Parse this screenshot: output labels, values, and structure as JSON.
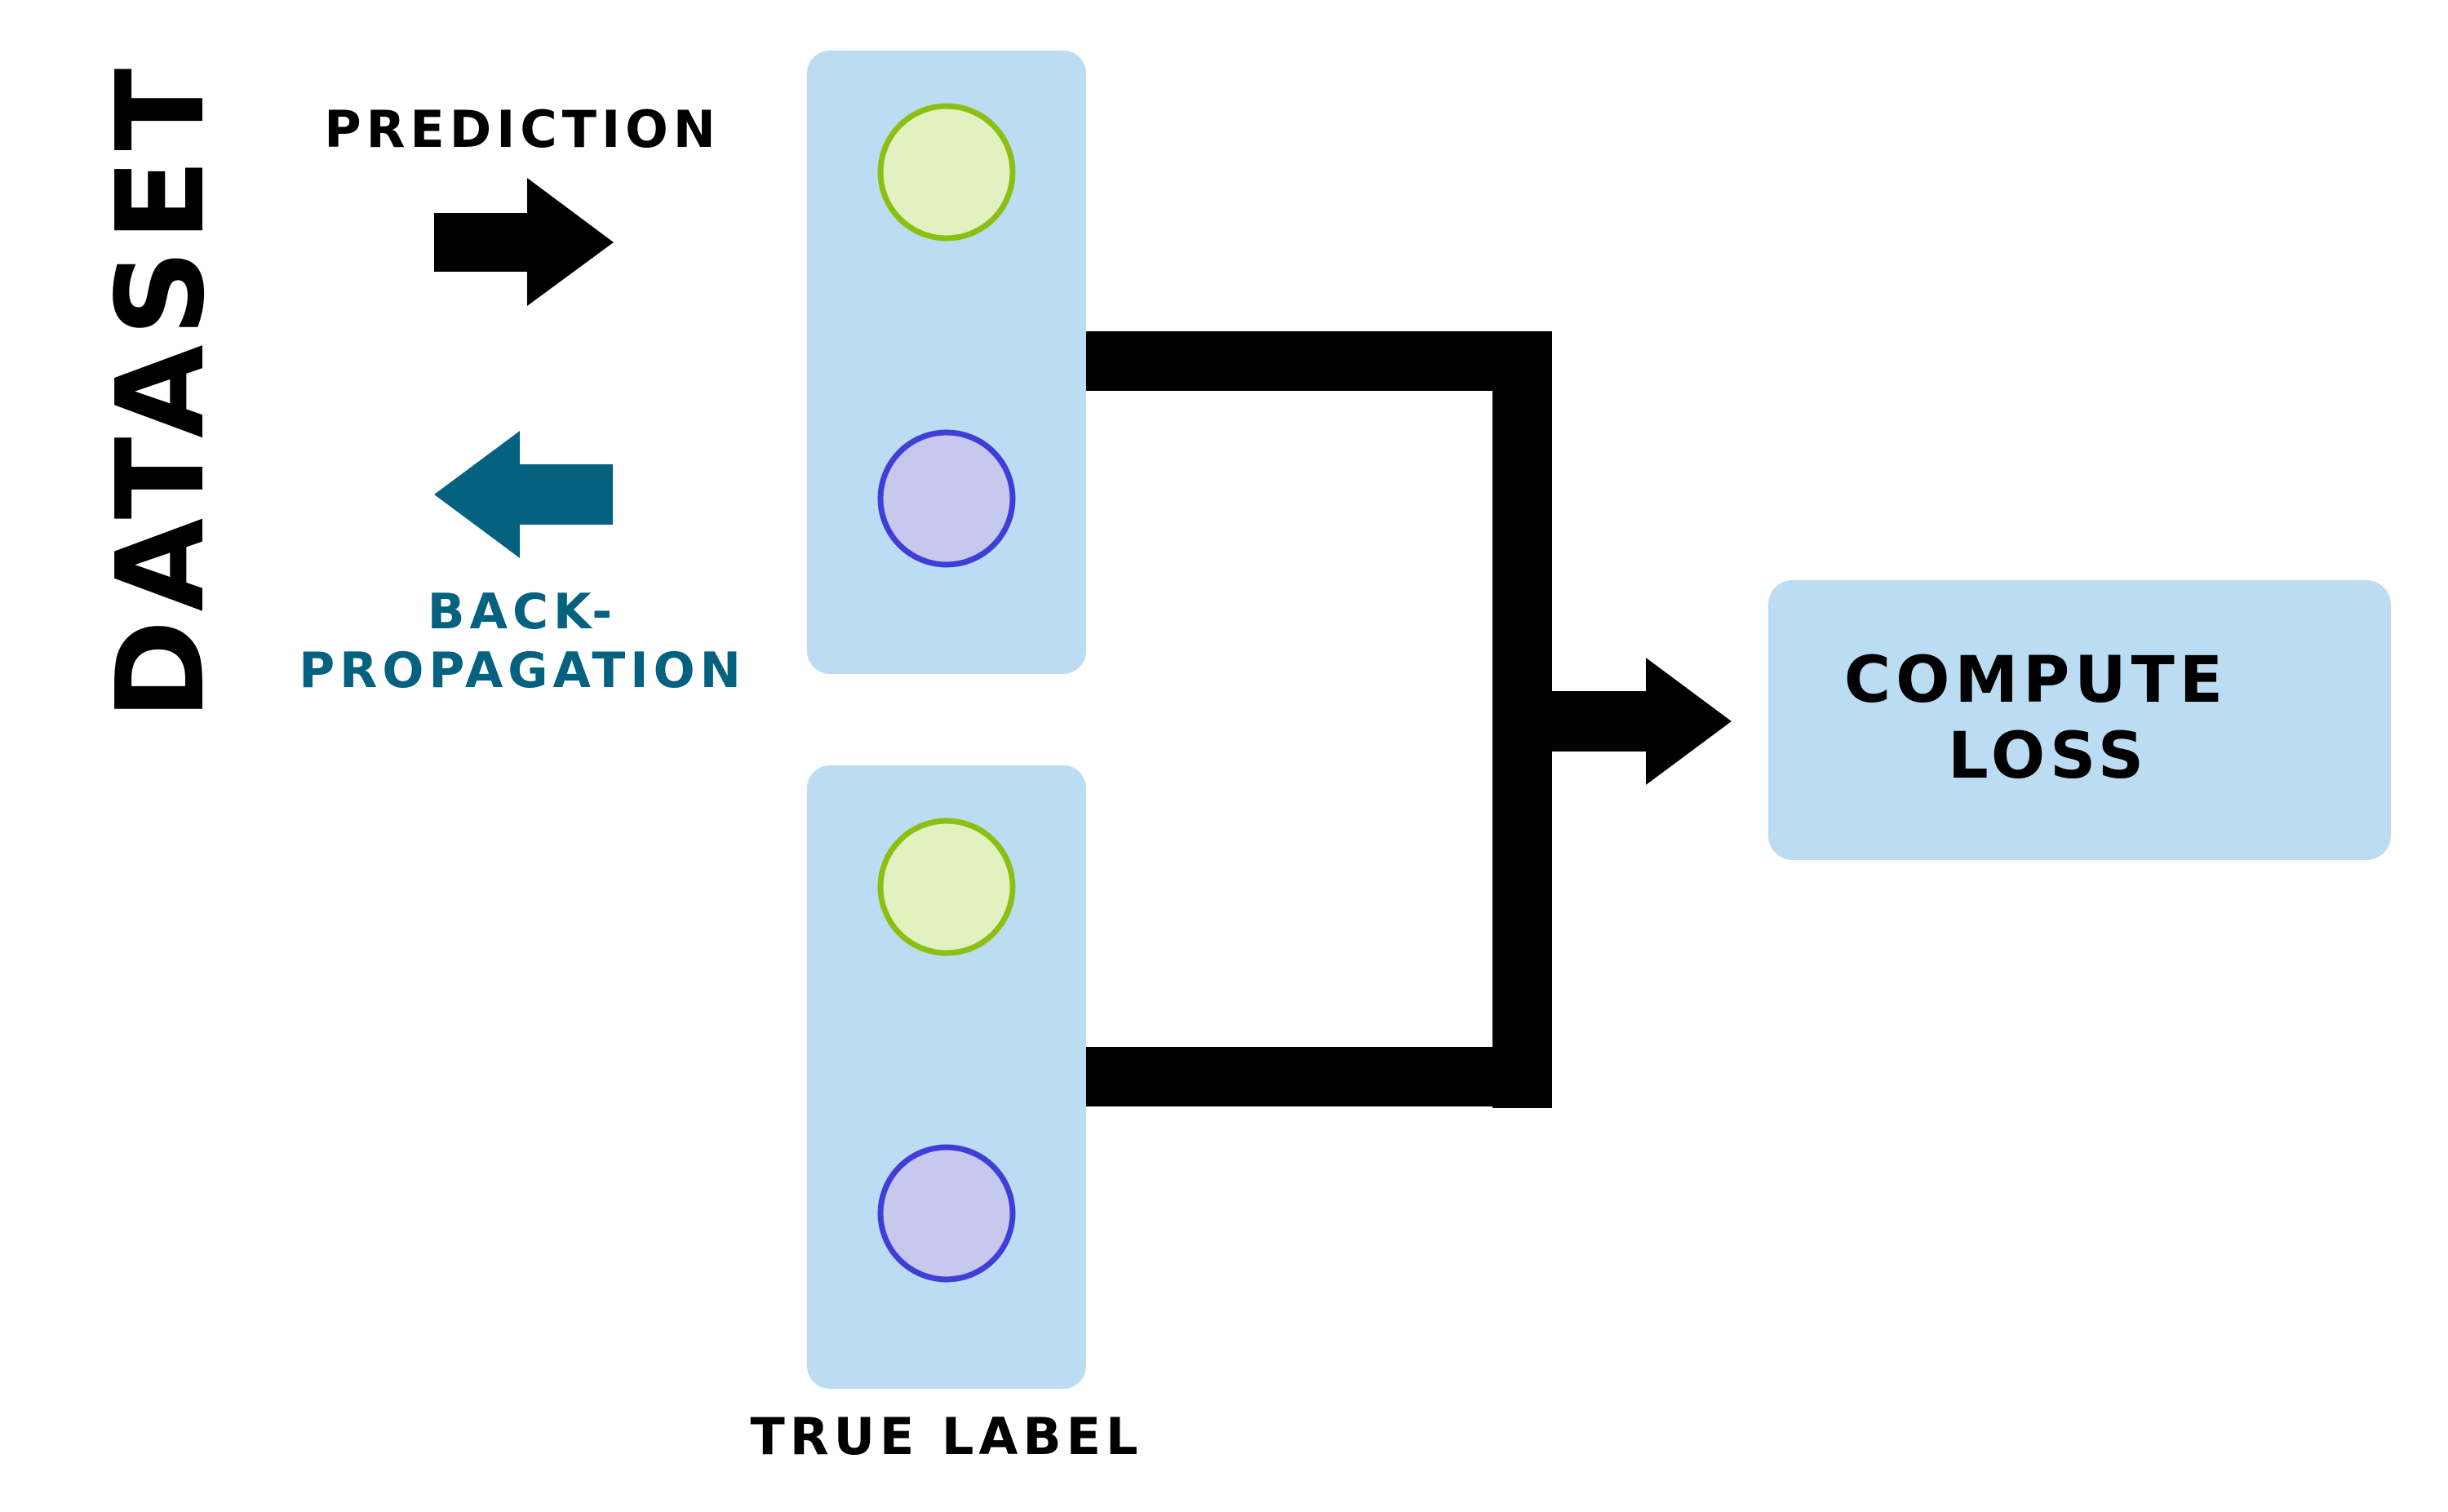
{
  "diagram": {
    "dataset_label": "DATASET",
    "prediction_label": "PREDICTION",
    "backprop_label_line1": "BACK-",
    "backprop_label_line2": "PROPAGATION",
    "true_label": "TRUE LABEL",
    "compute_loss_line1": "COMPUTE",
    "compute_loss_line2": "LOSS"
  },
  "colors": {
    "box_fill": "#bbdcf2",
    "green_node_fill": "#e2f1c0",
    "green_node_stroke": "#8bbf12",
    "purple_node_fill": "#c6c8ee",
    "purple_node_stroke": "#3f3ed6",
    "forward_arrow": "#000000",
    "backprop_arrow": "#04617f",
    "connector": "#000000"
  }
}
